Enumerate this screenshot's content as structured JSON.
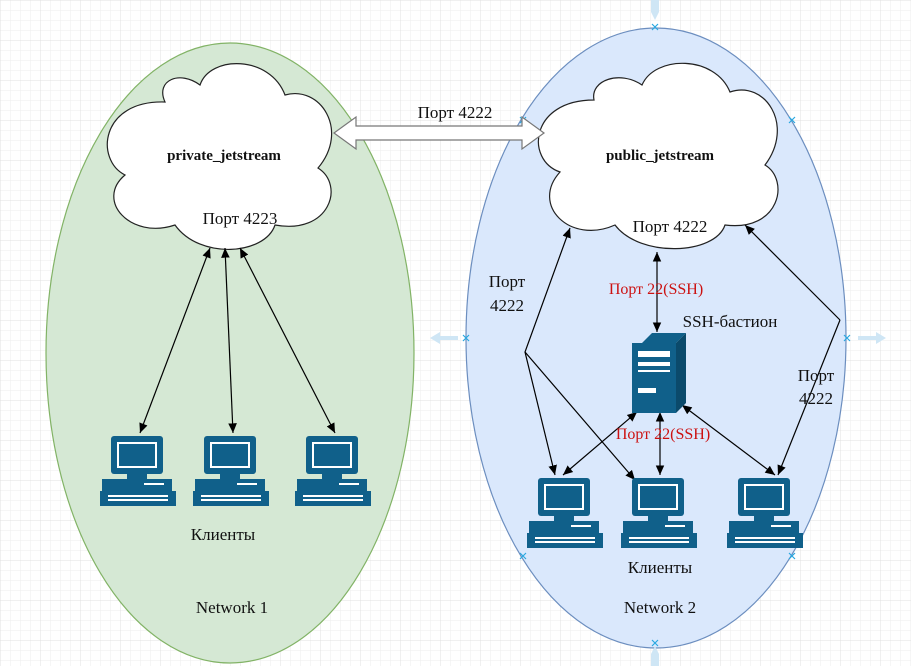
{
  "colors": {
    "network1_fill": "#d5e8d4",
    "network1_stroke": "#82b366",
    "network2_fill": "#dae8fc",
    "network2_stroke": "#6c8ebf",
    "computer": "#10608a",
    "accent_red": "#cc1111"
  },
  "network1": {
    "name": "Network 1",
    "cloud_title": "private_jetstream",
    "cloud_port": "Порт 4223",
    "clients_label": "Клиенты"
  },
  "network2": {
    "name": "Network 2",
    "cloud_title": "public_jetstream",
    "cloud_port": "Порт 4222",
    "clients_label": "Клиенты",
    "left_port": [
      "Порт",
      "4222"
    ],
    "right_port": [
      "Порт",
      "4222"
    ],
    "bastion_label": "SSH-бастион",
    "ssh_port_top": "Порт 22(SSH)",
    "ssh_port_bottom": "Порт 22(SSH)"
  },
  "link": {
    "label": "Порт 4222"
  },
  "icons": {
    "computer": "computer-icon",
    "server": "server-icon",
    "cloud": "cloud-shape"
  }
}
